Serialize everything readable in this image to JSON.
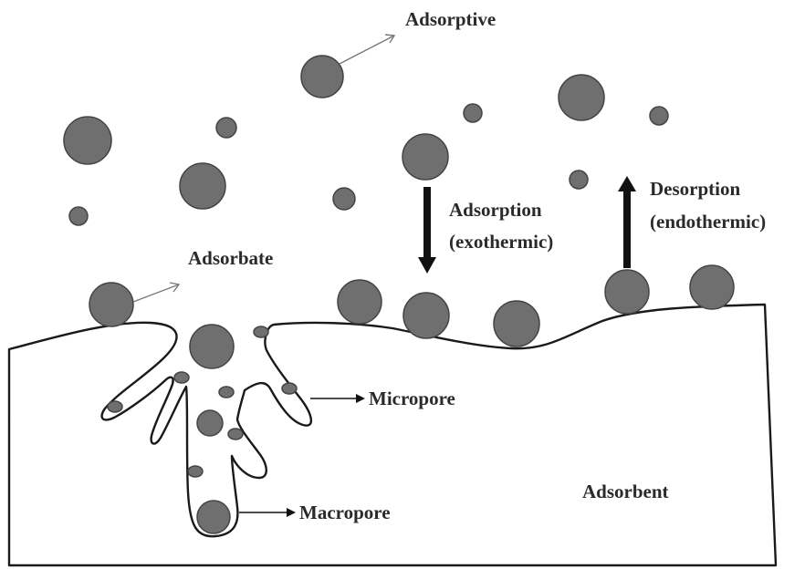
{
  "labels": {
    "adsorptive": "Adsorptive",
    "adsorbate": "Adsorbate",
    "adsorption_line1": "Adsorption",
    "adsorption_line2": "(exothermic)",
    "desorption_line1": "Desorption",
    "desorption_line2": "(endothermic)",
    "micropore": "Micropore",
    "macropore": "Macropore",
    "adsorbent": "Adsorbent"
  },
  "colors": {
    "particle_fill": "#6f6f6f",
    "particle_stroke": "#444444",
    "outline": "#1a1a1a",
    "arrow_black": "#111111",
    "arrow_gray": "#7a7a7a",
    "text": "#2a2a2a"
  }
}
